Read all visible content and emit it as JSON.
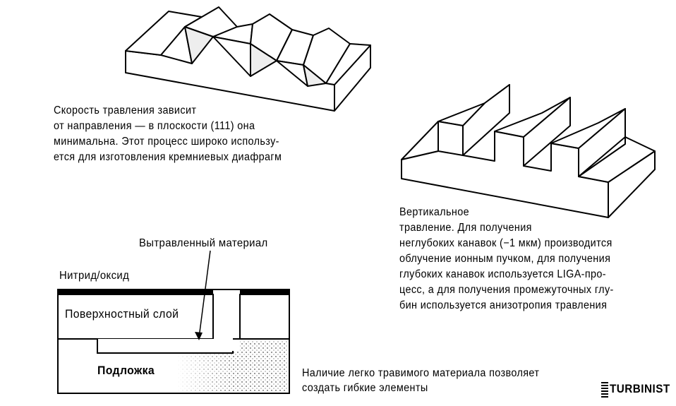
{
  "anisotropic_caption": {
    "lines": [
      "Скорость травления зависит",
      "от направления — в плоскости (111) она",
      "минимальна. Этот процесс широко использу-",
      "ется для изготовления кремниевых диафрагм"
    ]
  },
  "vertical_caption": {
    "lines": [
      "Вертикальное",
      "травление. Для получения",
      "неглубоких канавок (−1 мкм) производится",
      "облучение ионным пучком, для получения",
      "глубоких канавок используется LIGA-про-",
      "цесс, а для получения промежуточных глу-",
      "бин используется анизотропия травления"
    ]
  },
  "cross_section": {
    "etched_label": "Вытравленный материал",
    "nitride_label": "Нитрид/оксид",
    "surface_label": "Поверхностный слой",
    "substrate_label": "Подложка"
  },
  "bottom_caption": {
    "lines": [
      "Наличие легко травимого материала позволяет",
      "создать гибкие элементы"
    ]
  },
  "logo": {
    "text": "TURBINIST",
    "icon": "barcode-logo-icon"
  }
}
